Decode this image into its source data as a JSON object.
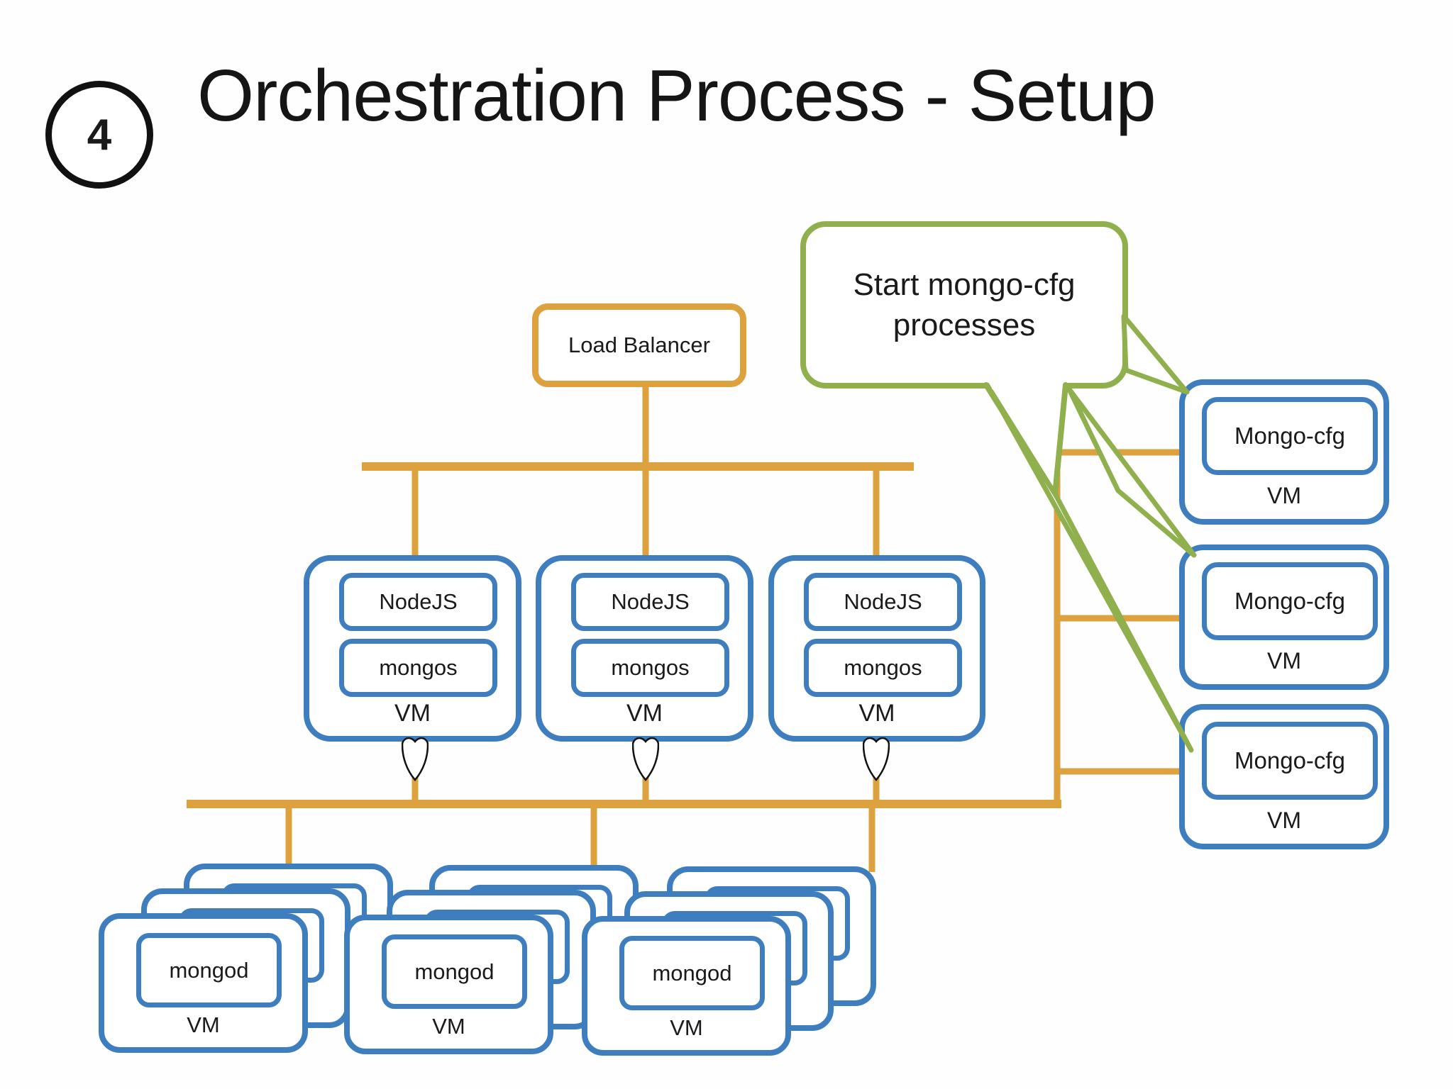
{
  "slide": {
    "step_number": "4",
    "title": "Orchestration Process - Setup"
  },
  "callout": {
    "text": "Start mongo-cfg processes"
  },
  "nodes": {
    "load_balancer": {
      "label": "Load Balancer"
    },
    "app_servers": [
      {
        "service": "NodeJS",
        "process": "mongos",
        "host": "VM"
      },
      {
        "service": "NodeJS",
        "process": "mongos",
        "host": "VM"
      },
      {
        "service": "NodeJS",
        "process": "mongos",
        "host": "VM"
      }
    ],
    "config_servers": [
      {
        "process": "Mongo-cfg",
        "host": "VM"
      },
      {
        "process": "Mongo-cfg",
        "host": "VM"
      },
      {
        "process": "Mongo-cfg",
        "host": "VM"
      }
    ],
    "shard_stacks": [
      {
        "process": "mongod",
        "host": "VM"
      },
      {
        "process": "mongod",
        "host": "VM"
      },
      {
        "process": "mongod",
        "host": "VM"
      }
    ]
  },
  "icons": {
    "shield": "shield-icon"
  },
  "colors": {
    "connector_orange": "#DDA13D",
    "node_blue": "#3E7DBE",
    "callout_green": "#8FB04D",
    "ink": "#1A1A1A"
  }
}
